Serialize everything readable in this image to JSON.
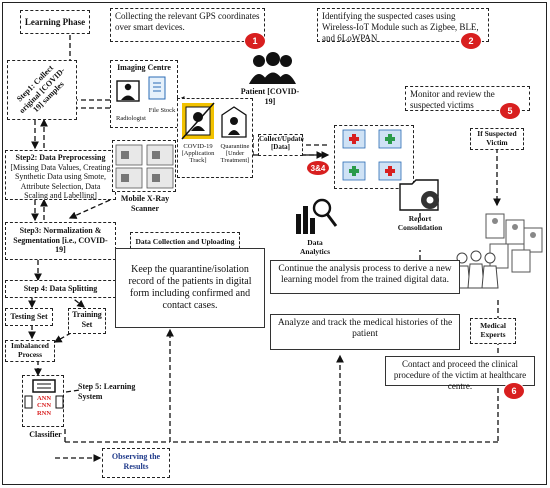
{
  "phase_label": "Learning Phase",
  "steps": {
    "step1": "Step1: Collect original [COVID-19] samples",
    "step2_title": "Step2: Data Preprocessing",
    "step2_body": "[Missing Data Values, Creating Synthetic Data using Smote, Attribute Selection, Data Scaling and Labelling]",
    "step3": "Step3: Normalization & Segmentation [i.e., COVID-19]",
    "step4": "Step 4: Data Splitting",
    "testing": "Testing Set",
    "training": "Training Set",
    "imbalanced": "Imbalanced Process",
    "step5": "Step 5: Learning System",
    "classifier": "Classifier",
    "algorithms": [
      "ANN",
      "CNN",
      "RNN"
    ],
    "observe": "Observing the Results"
  },
  "notes": {
    "gps": "Collecting the relevant GPS coordinates over smart devices.",
    "iot": "Identifying the suspected cases using Wireless-IoT Module such as Zigbee, BLE, and 6LoWPAN",
    "monitor": "Monitor and review the suspected victims",
    "quarantine": "Keep the quarantine/isolation record of the patients in digital form including confirmed and contact cases.",
    "analysis": "Continue the analysis process to derive a new learning model from the trained digital data.",
    "history": "Analyze and track the medical histories of the patient",
    "contact": "Contact and proceed the clinical procedure of the victim at healthcare centre."
  },
  "badges": [
    "1",
    "2",
    "3&4",
    "5",
    "6"
  ],
  "labels": {
    "imaging": "Imaging Centre",
    "radiologist": "Radiologist",
    "file_stock": "File Stock",
    "patient": "Patient [COVID-19]",
    "app_track": "COVID-19 [Application Track]",
    "quarantine": "Quarantine [Under Treatment]",
    "collect_update": "Collect/Update [Data]",
    "mobile_xray": "Mobile X-Ray Scanner",
    "data_collection": "Data Collection and Uploading [Symptom]",
    "data_analytics": "Data Analytics",
    "report": "Report Consolidation",
    "suspected": "If Suspected Victim",
    "experts": "Medical Experts"
  },
  "colors": {
    "badge": "#d81f1f",
    "accent_red": "#d81f1f",
    "link_blue": "#1f3a8a",
    "yellow": "#f2c200"
  }
}
